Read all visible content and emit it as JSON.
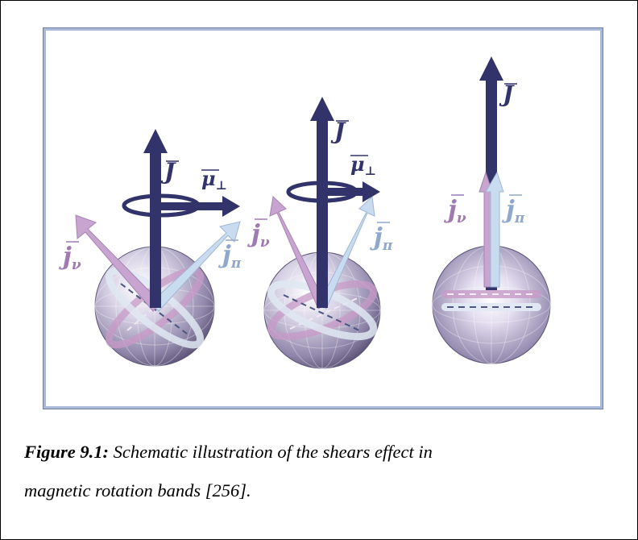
{
  "figure": {
    "label": "Figure 9.1:",
    "caption_line1": " Schematic illustration of the shears effect in",
    "caption_line2": "magnetic rotation bands [256]."
  },
  "symbols": {
    "J": "J",
    "j_nu": "j",
    "j_pi": "j",
    "nu_sub": "ν",
    "pi_sub": "π",
    "mu": "μ",
    "perp_sub": "⊥"
  },
  "colors": {
    "J_vector": "#33336b",
    "j_nu": "#c8a4d0",
    "j_pi": "#c4d8ee",
    "sphere": "#8e84ac",
    "frame": "#a9b9d7"
  }
}
